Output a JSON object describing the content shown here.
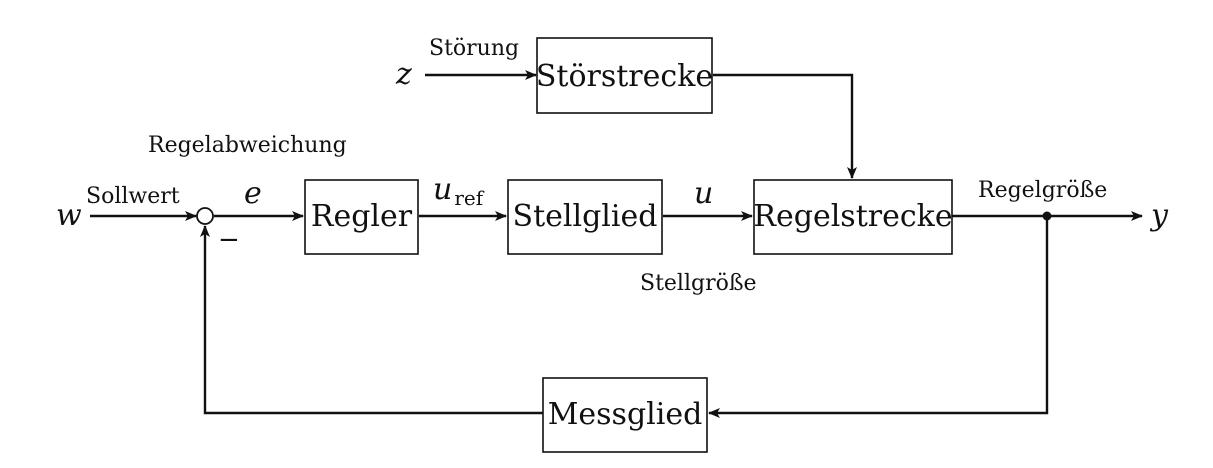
{
  "blocks": {
    "stoerstrecke": "Störstrecke",
    "regler": "Regler",
    "stellglied": "Stellglied",
    "regelstrecke": "Regelstrecke",
    "messglied": "Messglied"
  },
  "labels": {
    "stoerung": "Störung",
    "regelabweichung": "Regelabweichung",
    "sollwert": "Sollwert",
    "stellgroesse": "Stellgröße",
    "regelgroesse": "Regelgröße"
  },
  "variables": {
    "z": "z",
    "w": "w",
    "e": "e",
    "u_ref_main": "u",
    "u_ref_sub": "ref",
    "u": "u",
    "y": "y"
  },
  "summing_junction": {
    "feedback_sign": "−"
  }
}
